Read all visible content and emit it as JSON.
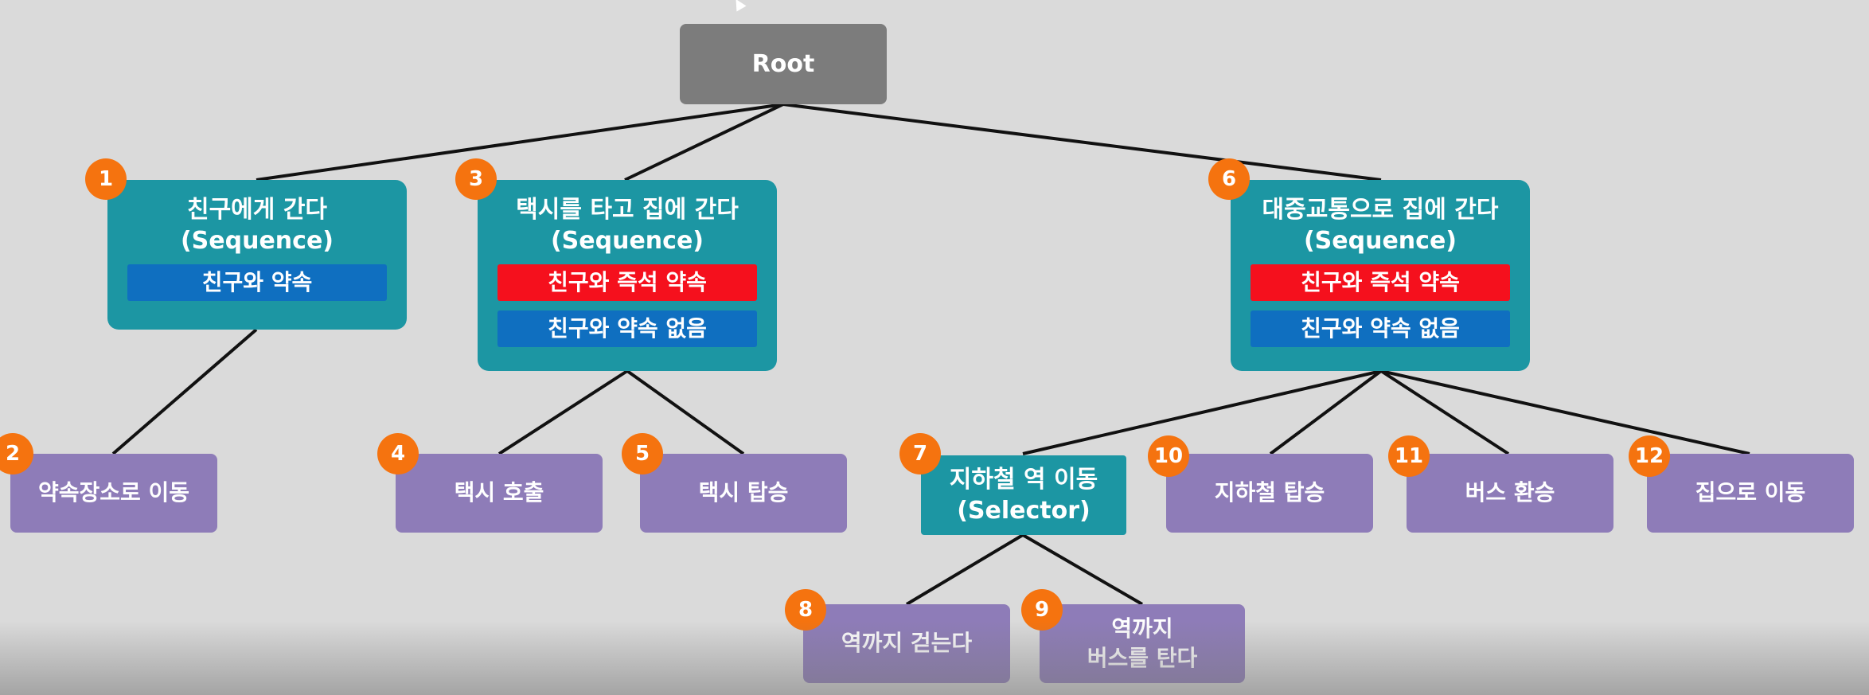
{
  "diagram": {
    "root": {
      "label": "Root"
    },
    "nodes": {
      "go_to_friend": {
        "badge": "1",
        "title": "친구에게 간다",
        "type": "(Sequence)",
        "conditions": [
          "친구와 약속"
        ]
      },
      "move_to_meeting_place": {
        "badge": "2",
        "label": "약속장소로 이동"
      },
      "taxi_home": {
        "badge": "3",
        "title": "택시를 타고 집에 간다",
        "type": "(Sequence)",
        "conditions": [
          "친구와 즉석 약속",
          "친구와 약속 없음"
        ]
      },
      "call_taxi": {
        "badge": "4",
        "label": "택시 호출"
      },
      "ride_taxi": {
        "badge": "5",
        "label": "택시 탑승"
      },
      "public_transit_home": {
        "badge": "6",
        "title": "대중교통으로 집에 간다",
        "type": "(Sequence)",
        "conditions": [
          "친구와 즉석 약속",
          "친구와 약속 없음"
        ]
      },
      "move_to_subway_station": {
        "badge": "7",
        "title": "지하철 역 이동",
        "type": "(Selector)"
      },
      "walk_to_station": {
        "badge": "8",
        "label": "역까지 걷는다"
      },
      "bus_to_station": {
        "badge": "9",
        "label_line1": "역까지",
        "label_line2": "버스를 탄다"
      },
      "ride_subway": {
        "badge": "10",
        "label": "지하철 탑승"
      },
      "transfer_bus": {
        "badge": "11",
        "label": "버스 환승"
      },
      "move_home": {
        "badge": "12",
        "label": "집으로 이동"
      }
    },
    "colors": {
      "background": "#dadada",
      "root": "#7c7c7c",
      "sequence": "#1c96a3",
      "condition_blue": "#0f6fc0",
      "condition_red": "#f5101d",
      "action": "#8e7cb8",
      "badge": "#f5730f",
      "edge": "#111111"
    }
  }
}
